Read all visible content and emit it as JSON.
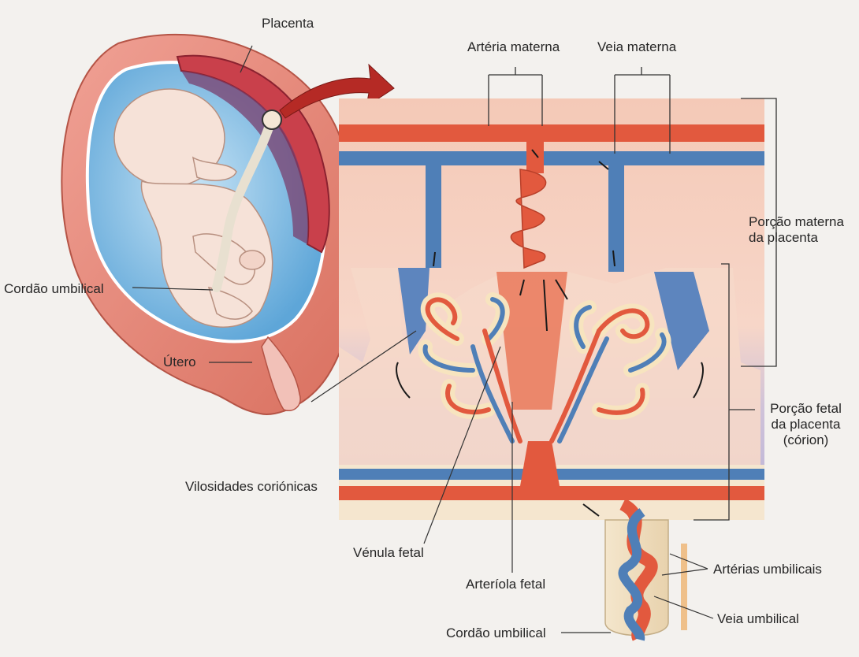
{
  "labels": {
    "placenta": "Placenta",
    "arteria_materna": "Artéria materna",
    "veia_materna": "Veia materna",
    "porcao_materna": "Porção materna\nda placenta",
    "cordao_umbilical_top": "Cordão umbilical",
    "utero": "Útero",
    "vilosidades": "Vilosidades coriónicas",
    "porcao_fetal": "Porção fetal\nda placenta\n(córion)",
    "venula_fetal": "Vénula fetal",
    "arteriola_fetal": "Arteríola fetal",
    "arterias_umbilicais": "Artérias umbilicais",
    "veia_umbilical": "Veia umbilical",
    "cordao_umbilical_bottom": "Cordão umbilical"
  },
  "colors": {
    "artery": "#e2593e",
    "vein": "#4f7fb7",
    "uterus": "#e98a7d",
    "amniotic": "#7fb9e0",
    "placenta_tissue": "#f5d9b8",
    "skin": "#f6e2d8"
  }
}
